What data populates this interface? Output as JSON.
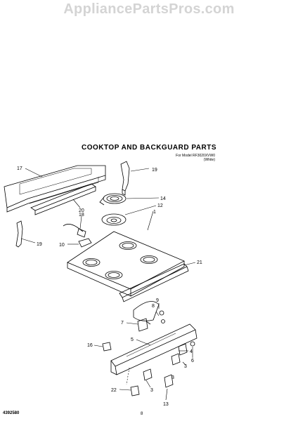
{
  "header": {
    "site_name": "AppliancePartsPros.com"
  },
  "diagram": {
    "title": "COOKTOP AND BACKGUARD PARTS",
    "model_line": "For Model RF3020XVW0",
    "color_line": "(White)"
  },
  "callouts": {
    "c17": "17",
    "c19a": "19",
    "c14": "14",
    "c12": "12",
    "c20": "20",
    "c1": "1",
    "c18": "18",
    "c19b": "19",
    "c10": "10",
    "c21": "21",
    "c9": "9",
    "c8": "8",
    "c7": "7",
    "c5": "5",
    "c4": "4",
    "c16": "16",
    "c3a": "3",
    "c6": "6",
    "c3b": "3",
    "c22": "22",
    "c3c": "3",
    "c13": "13"
  },
  "footer": {
    "code": "4392580",
    "page": "8"
  }
}
